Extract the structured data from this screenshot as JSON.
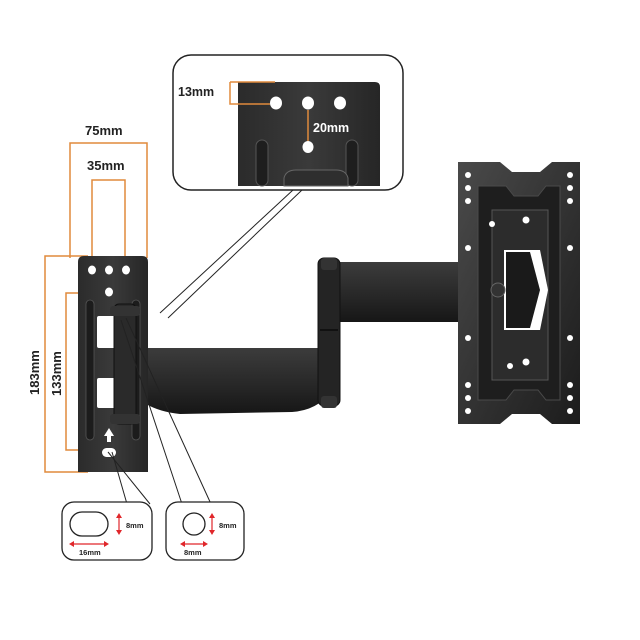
{
  "zoom_callout": {
    "hole_offset": "13mm",
    "hole_spacing": "20mm"
  },
  "wall_plate": {
    "outer_hole_spacing": "75mm",
    "inner_hole_spacing": "35mm",
    "total_height": "183mm",
    "hole_height": "133mm"
  },
  "slot_callout": {
    "height": "8mm",
    "width": "16mm"
  },
  "hole_callout": {
    "height": "8mm",
    "width": "8mm"
  },
  "colors": {
    "dimension_line": "#e08a3c",
    "arrow_red": "#e0262a",
    "metal_dark": "#2a2a2a",
    "metal_mid": "#3a3a3a"
  }
}
